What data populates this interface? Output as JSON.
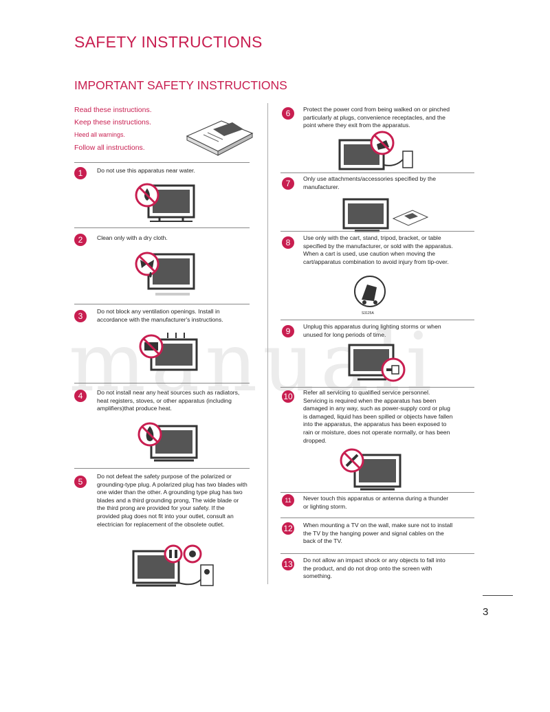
{
  "page_title": "SAFETY INSTRUCTIONS",
  "section_title": "IMPORTANT SAFETY INSTRUCTIONS",
  "intro": [
    "Read these instructions.",
    "Keep these instructions.",
    "Heed all warnings.",
    "Follow all instructions."
  ],
  "items": [
    {
      "n": "1",
      "text": "Do not use this apparatus near water."
    },
    {
      "n": "2",
      "text": "Clean only with a dry cloth."
    },
    {
      "n": "3",
      "text": "Do not block any ventilation openings. Install in accordance with the manufacturer's instructions."
    },
    {
      "n": "4",
      "text": "Do not install near any heat sources such as radiators, heat registers, stoves, or other apparatus (including amplifiers)that produce heat."
    },
    {
      "n": "5",
      "text": "Do not defeat the safety purpose of the polarized or grounding-type plug. A polarized plug has two blades with one wider than the other. A grounding type plug has two blades and a third grounding prong, The wide blade or the third prong are provided for your safety. If the provided plug does not fit into your outlet, consult an electrician for replacement of the obsolete outlet."
    },
    {
      "n": "6",
      "text": "Protect the power cord from being walked on or pinched particularly at plugs, convenience receptacles, and the point where they exit from the apparatus."
    },
    {
      "n": "7",
      "text": "Only use attachments/accessories specified by the manufacturer."
    },
    {
      "n": "8",
      "text": "Use only with the cart, stand, tripod, bracket, or table specified by the manufacturer, or sold with the apparatus. When a cart is used, use caution when moving the cart/apparatus combination to avoid injury from tip-over."
    },
    {
      "n": "9",
      "text": "Unplug this apparatus during lighting storms or when unused for long periods of time."
    },
    {
      "n": "10",
      "text": "Refer all servicing to qualified service personnel. Servicing is required when the apparatus has been damaged in any way, such as power-supply cord or plug is damaged, liquid has been spilled or objects have fallen into the apparatus, the apparatus has been exposed to rain or moisture, does not operate normally, or has been dropped."
    },
    {
      "n": "11",
      "text": "Never touch this apparatus or antenna during a thunder or lighting storm."
    },
    {
      "n": "12",
      "text": "When mounting a TV on the wall, make sure not to install the TV by the hanging power and signal cables on the back of the TV."
    },
    {
      "n": "13",
      "text": "Do not allow an impact shock or any objects to fall into the product, and do not drop onto the screen with something."
    }
  ],
  "cart_label": "S3125A",
  "watermark": "manuali",
  "page_number": "3",
  "colors": {
    "accent": "#c81e50"
  }
}
